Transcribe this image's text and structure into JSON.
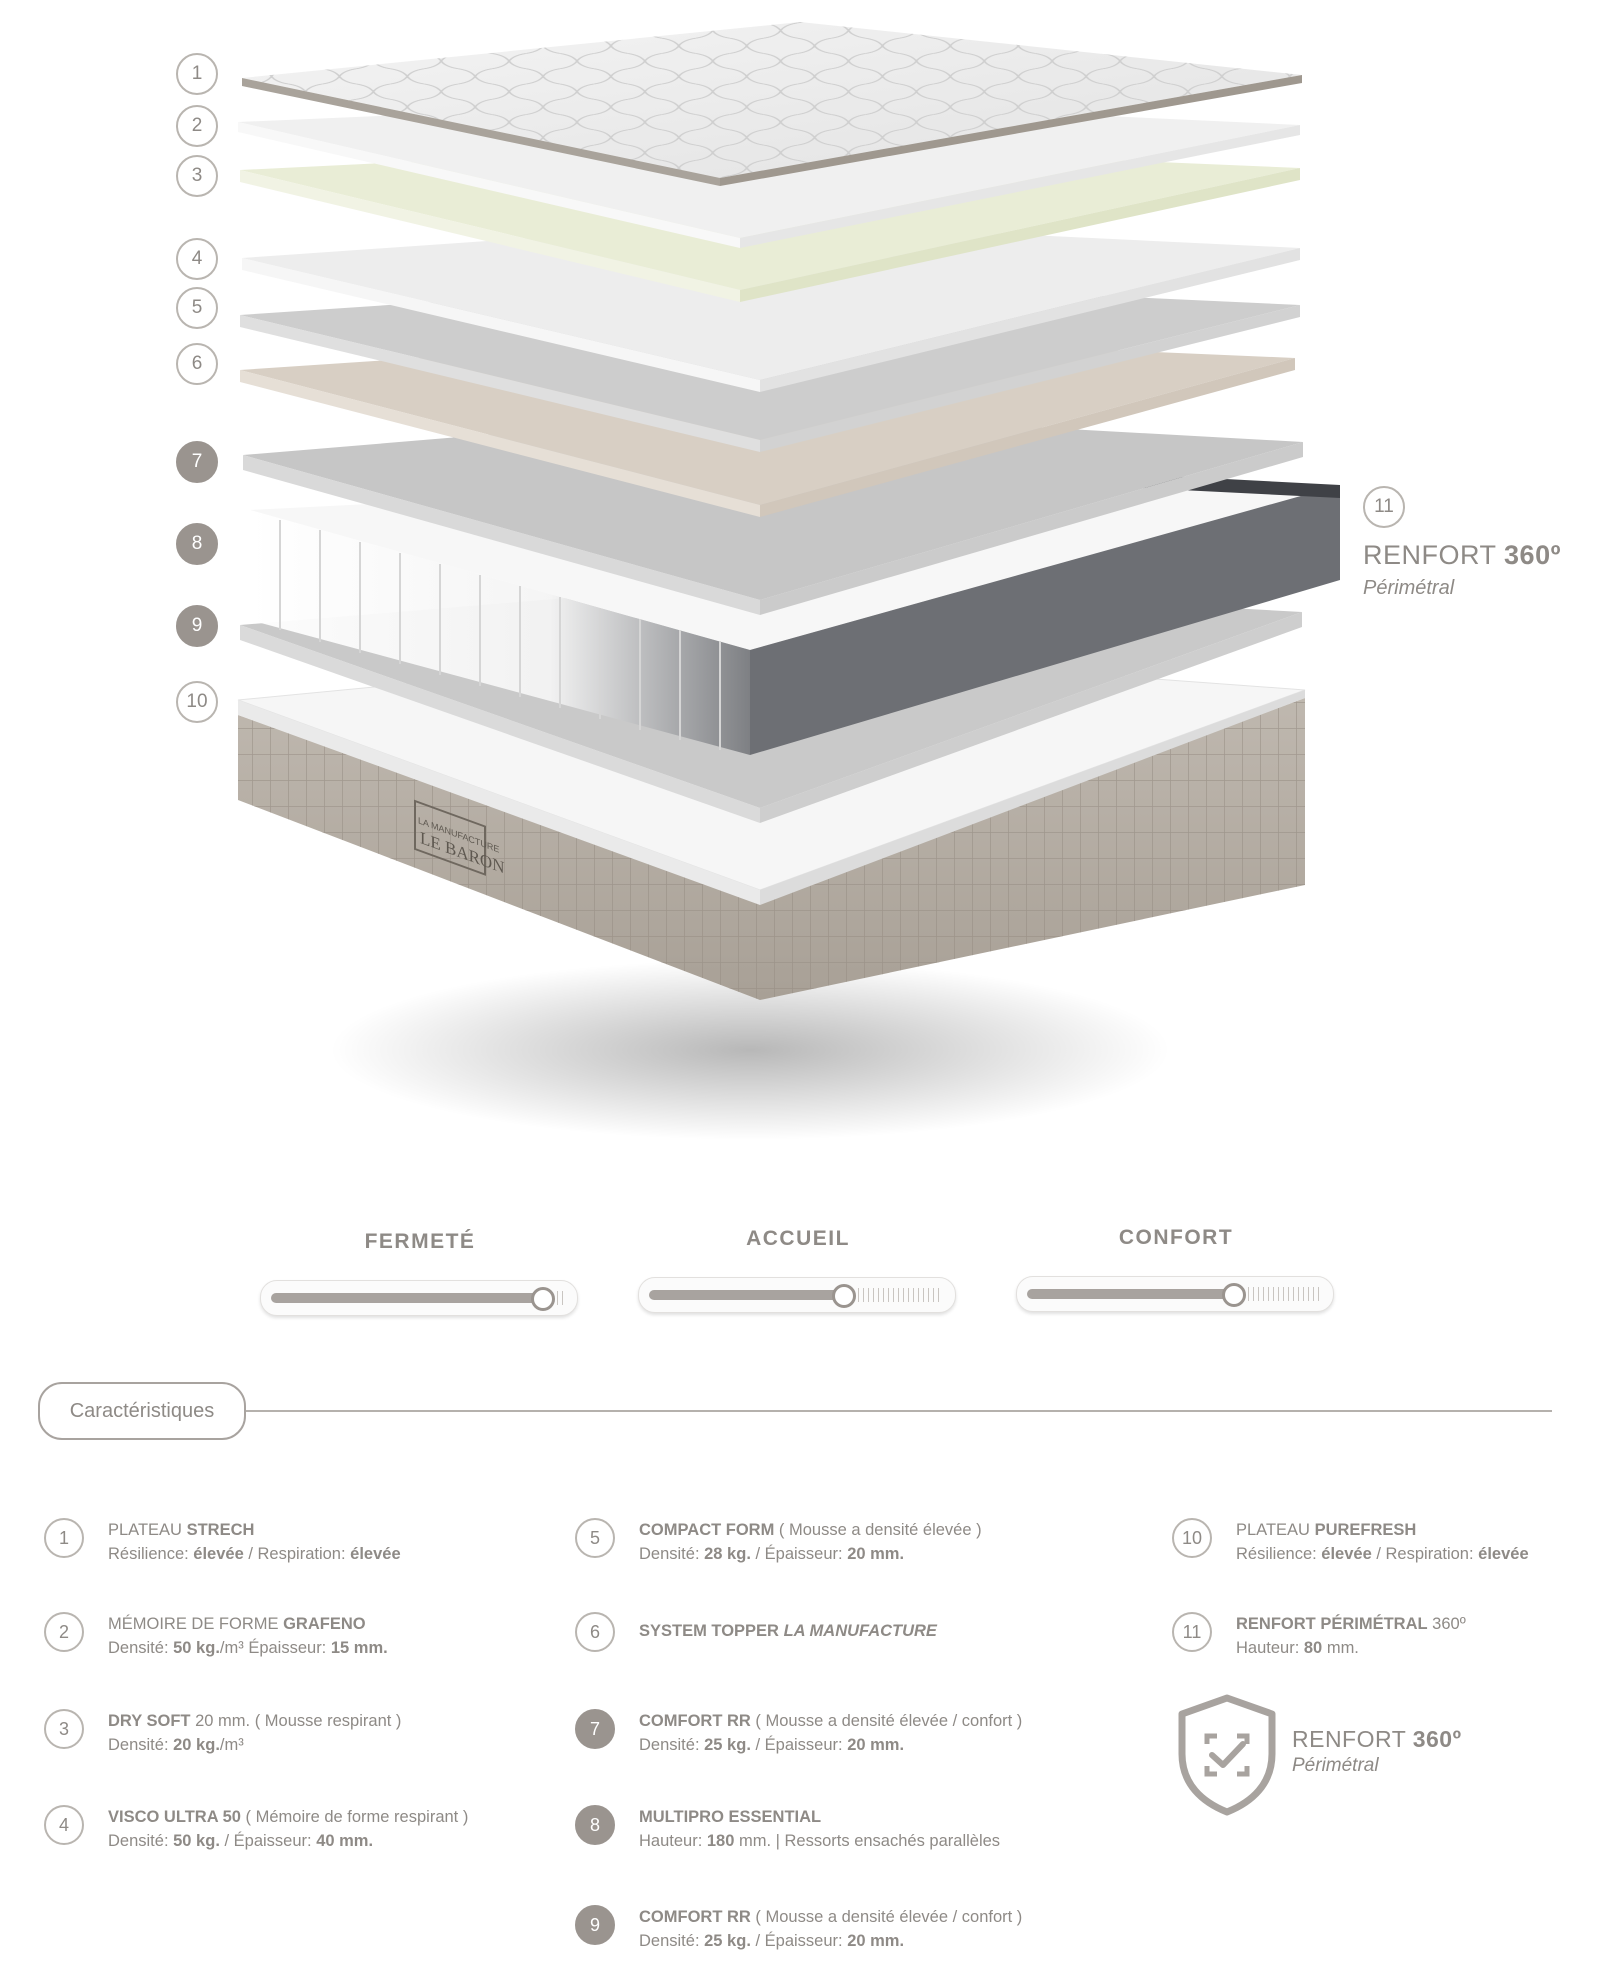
{
  "layer_numbers": [
    "1",
    "2",
    "3",
    "4",
    "5",
    "6",
    "7",
    "8",
    "9",
    "10",
    "11"
  ],
  "reinforcement_callout": {
    "title_prefix": "RENFORT",
    "title_bold": "360º",
    "subtitle": "Périmétral"
  },
  "brand_label": {
    "line1": "LA MANUFACTURE",
    "line2": "LE BARON"
  },
  "ratings": [
    {
      "label": "FERMETÉ",
      "level": 0.92
    },
    {
      "label": "ACCUEIL",
      "level": 0.66
    },
    {
      "label": "CONFORT",
      "level": 0.7
    }
  ],
  "characteristics_tab": "Caractéristiques",
  "features": [
    {
      "num": "1",
      "line1_prefix": "PLATEAU ",
      "line1_bold": "STRECH",
      "line1_suffix": "",
      "l2a": "Résilience: ",
      "l2b": "élevée",
      "l2c": " / Respiration: ",
      "l2d": "élevée",
      "l2e": ""
    },
    {
      "num": "2",
      "line1_prefix": "MÉMOIRE DE FORME ",
      "line1_bold": "GRAFENO",
      "line1_suffix": "",
      "l2a": "Densité: ",
      "l2b": "50 kg.",
      "l2c": "/m³    Épaisseur: ",
      "l2d": "15 mm.",
      "l2e": ""
    },
    {
      "num": "3",
      "line1_prefix": "",
      "line1_bold": "DRY SOFT",
      "line1_suffix": " 20 mm. ( Mousse respirant )",
      "l2a": "Densité: ",
      "l2b": "20 kg.",
      "l2c": "/m³",
      "l2d": "",
      "l2e": ""
    },
    {
      "num": "4",
      "line1_prefix": "",
      "line1_bold": "VISCO ULTRA 50",
      "line1_suffix": " ( Mémoire de forme respirant )",
      "l2a": "Densité: ",
      "l2b": "50 kg.",
      "l2c": "  /  Épaisseur: ",
      "l2d": "40 mm.",
      "l2e": ""
    },
    {
      "num": "5",
      "line1_prefix": "",
      "line1_bold": "COMPACT FORM",
      "line1_suffix": " ( Mousse a densité élevée )",
      "l2a": "Densité: ",
      "l2b": "28 kg.",
      "l2c": "  /  Épaisseur: ",
      "l2d": "20 mm.",
      "l2e": ""
    },
    {
      "num": "6",
      "line1_prefix": "",
      "line1_bold": "SYSTEM TOPPER ",
      "line1_italic": "LA MANUFACTURE",
      "line1_suffix": "",
      "l2a": "",
      "l2b": "",
      "l2c": "",
      "l2d": "",
      "l2e": ""
    },
    {
      "num": "7",
      "line1_prefix": "",
      "line1_bold": "COMFORT RR",
      "line1_suffix": " ( Mousse a densité élevée / confort )",
      "l2a": "Densité: ",
      "l2b": "25 kg.",
      "l2c": "  /  Épaisseur: ",
      "l2d": "20 mm.",
      "l2e": ""
    },
    {
      "num": "8",
      "line1_prefix": "",
      "line1_bold": "MULTIPRO ESSENTIAL",
      "line1_suffix": "",
      "l2a": "Hauteur: ",
      "l2b": "180",
      "l2c": " mm. | Ressorts ensachés parallèles",
      "l2d": "",
      "l2e": ""
    },
    {
      "num": "9",
      "line1_prefix": "",
      "line1_bold": "COMFORT RR",
      "line1_suffix": " ( Mousse a densité élevée / confort )",
      "l2a": "Densité: ",
      "l2b": "25 kg.",
      "l2c": "  / Épaisseur: ",
      "l2d": "20 mm.",
      "l2e": ""
    },
    {
      "num": "10",
      "line1_prefix": "PLATEAU ",
      "line1_bold": "PUREFRESH",
      "line1_suffix": "",
      "l2a": "Résilience: ",
      "l2b": "élevée",
      "l2c": " / Respiration: ",
      "l2d": "élevée",
      "l2e": ""
    },
    {
      "num": "11",
      "line1_prefix": "",
      "line1_bold": "RENFORT PÉRIMÉTRAL",
      "line1_suffix": " 360º",
      "l2a": "Hauteur: ",
      "l2b": "80",
      "l2c": " mm.",
      "l2d": "",
      "l2e": ""
    }
  ],
  "shield_badge": {
    "title_prefix": "RENFORT ",
    "title_bold": "360º",
    "subtitle": "Périmétral"
  },
  "colors": {
    "text": "#8e8a86",
    "accent": "#9a948f",
    "rule": "#b5b1ad"
  }
}
